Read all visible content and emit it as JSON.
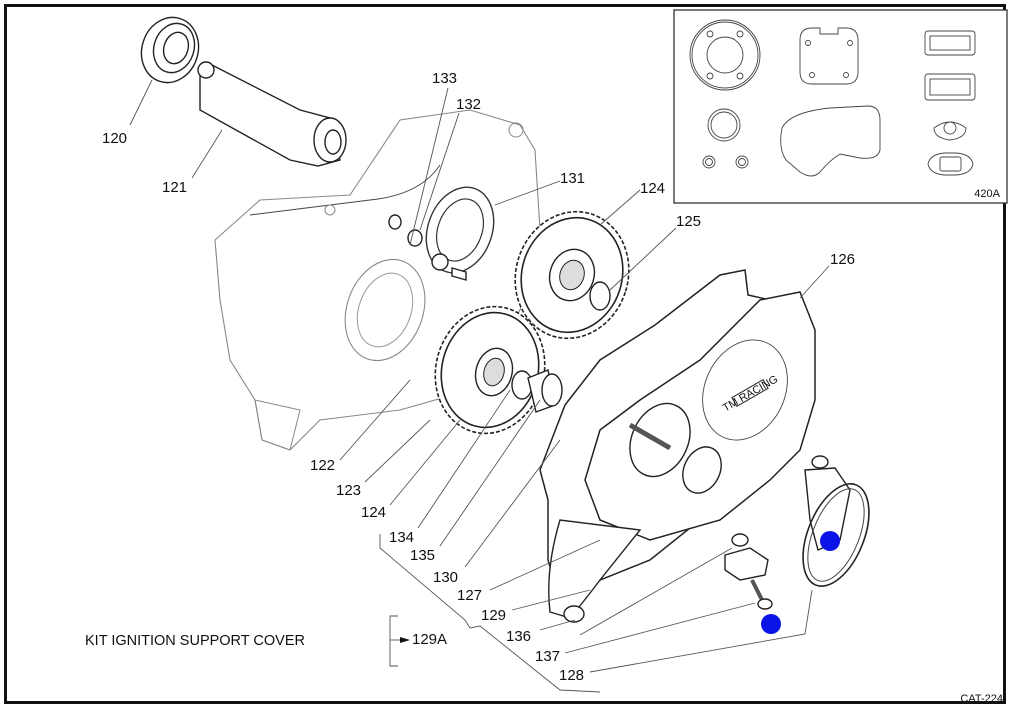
{
  "diagram": {
    "sheet_code": "CAT-224",
    "kit_label": "KIT IGNITION SUPPORT COVER",
    "kit_part_number": "129A",
    "inset_part_number": "420A",
    "part_labels": {
      "p120": "120",
      "p121": "121",
      "p122": "122",
      "p123": "123",
      "p124a": "124",
      "p124b": "124",
      "p125": "125",
      "p126": "126",
      "p127": "127",
      "p128": "128",
      "p129": "129",
      "p130": "130",
      "p131": "131",
      "p132": "132",
      "p133": "133",
      "p134": "134",
      "p135": "135",
      "p136": "136",
      "p137": "137"
    },
    "markers": {
      "color": "#0a14e6",
      "count": 2
    },
    "cover_logo_text": "TM RACING"
  }
}
